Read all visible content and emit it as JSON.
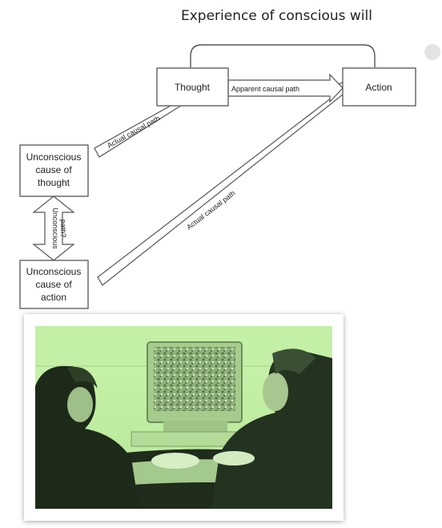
{
  "title": "Experience of conscious will",
  "diagram": {
    "nodes": {
      "thought": "Thought",
      "action": "Action",
      "unconscious_thought": [
        "Unconscious",
        "cause of",
        "thought"
      ],
      "unconscious_action": [
        "Unconscious",
        "cause of",
        "action"
      ]
    },
    "edges": {
      "apparent": "Apparent causal path",
      "actual_to_thought": "Actual causal path",
      "actual_to_action": "Actual causal path",
      "unconscious_path": [
        "Unconscious",
        "path?"
      ]
    }
  },
  "photo": {
    "description_icon": "experiment-photo-icon",
    "tint": "#c8f5a8"
  },
  "colors": {
    "box_stroke": "#555555",
    "arrow_stroke": "#555555"
  }
}
